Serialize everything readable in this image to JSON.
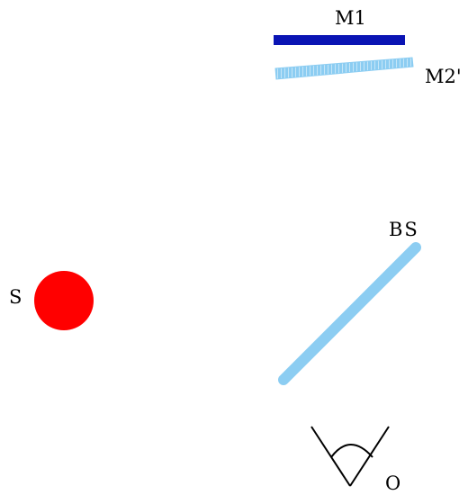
{
  "diagram": {
    "labels": {
      "mirror_1": "M1",
      "mirror_2": "M2'",
      "beam_splitter": "BS",
      "source": "S",
      "observer": "O"
    },
    "colors": {
      "mirror_1": "#0a14b4",
      "mirror_2": "#8ccdf2",
      "beam_splitter": "#8ccdf2",
      "source": "#ff0000",
      "observer": "#000000"
    }
  }
}
